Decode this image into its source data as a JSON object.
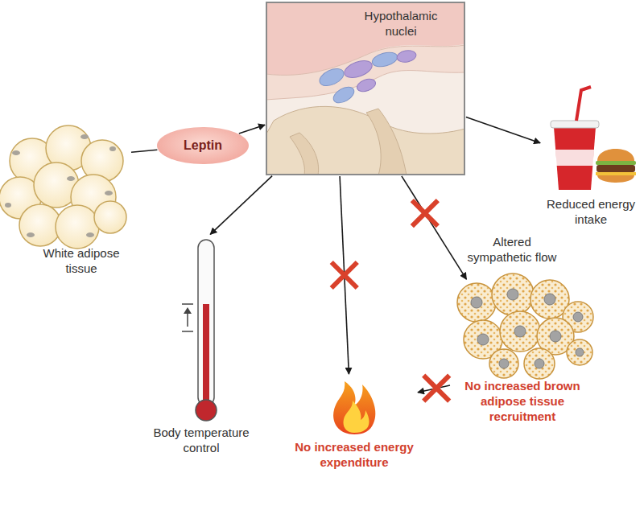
{
  "diagram": {
    "nodes": [
      {
        "text": [
          "Hypothalamic nuclei"
        ]
      },
      {
        "text": [
          "White adipose tissue"
        ]
      },
      {
        "text": [
          "Leptin"
        ]
      },
      {
        "text": [
          "Reduced energy intake"
        ]
      },
      {
        "text": [
          "Body temperature control"
        ]
      },
      {
        "text": [
          "No increased brown adipose tissue recruitment"
        ]
      },
      {
        "text": [
          "No increased energy expenditure"
        ]
      }
    ],
    "edges": [
      {
        "from": 1,
        "to": 2,
        "arrow": "none"
      },
      {
        "from": 2,
        "to": 0,
        "arrow": "to"
      },
      {
        "from": 0,
        "to": 3,
        "arrow": "to"
      },
      {
        "from": 0,
        "to": 4,
        "arrow": "to"
      },
      {
        "from": 0,
        "to": 6,
        "arrow": "to"
      },
      {
        "from": 0,
        "to": 5,
        "label": "Altered sympathetic flow",
        "arrow": "to"
      },
      {
        "from": 5,
        "to": 6,
        "arrow": "to"
      }
    ]
  }
}
